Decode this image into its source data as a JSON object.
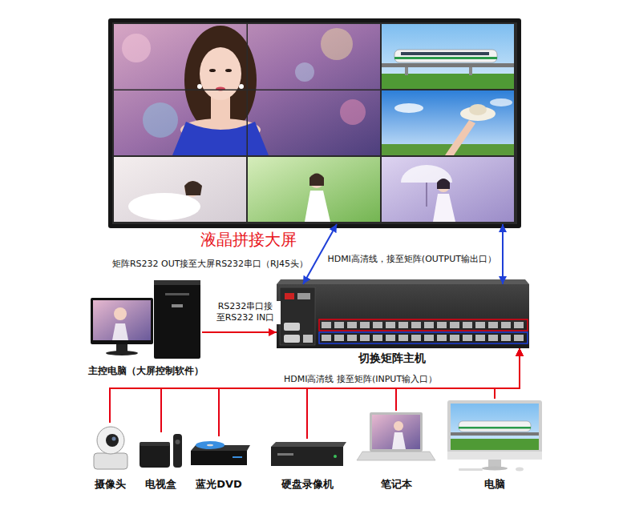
{
  "diagram": {
    "nodes": [
      {
        "text": [
          "液晶拼接大屏"
        ]
      },
      {
        "text": [
          "主控电脑（大屏控制软件）"
        ]
      },
      {
        "text": [
          "切换矩阵主机"
        ]
      },
      {
        "text": [
          "摄像头"
        ]
      },
      {
        "text": [
          "电视盒"
        ]
      },
      {
        "text": [
          "蓝光DVD"
        ]
      },
      {
        "text": [
          "硬盘录像机"
        ]
      },
      {
        "text": [
          "笔记本"
        ]
      },
      {
        "text": [
          "电脑"
        ]
      }
    ],
    "edges": [
      {
        "from": 2,
        "to": 0,
        "arrow": "both",
        "label": "矩阵RS232 OUT接至大屏RS232串口（RJ45头）"
      },
      {
        "from": 2,
        "to": 0,
        "arrow": "both",
        "label": "HDMI高清线，接至矩阵(OUTPUT输出口）"
      },
      {
        "from": 1,
        "to": 2,
        "arrow": "to",
        "label": "RS232串口接 至RS232 IN口"
      },
      {
        "from": 3,
        "to": 2,
        "arrow": "to"
      },
      {
        "from": 4,
        "to": 2,
        "arrow": "to"
      },
      {
        "from": 5,
        "to": 2,
        "arrow": "to"
      },
      {
        "from": 6,
        "to": 2,
        "arrow": "to"
      },
      {
        "from": 7,
        "to": 2,
        "arrow": "to"
      },
      {
        "from": 8,
        "to": 2,
        "arrow": "to"
      }
    ],
    "labels": [
      "HDMI高清线 接至矩阵(INPUT输入口）"
    ]
  }
}
